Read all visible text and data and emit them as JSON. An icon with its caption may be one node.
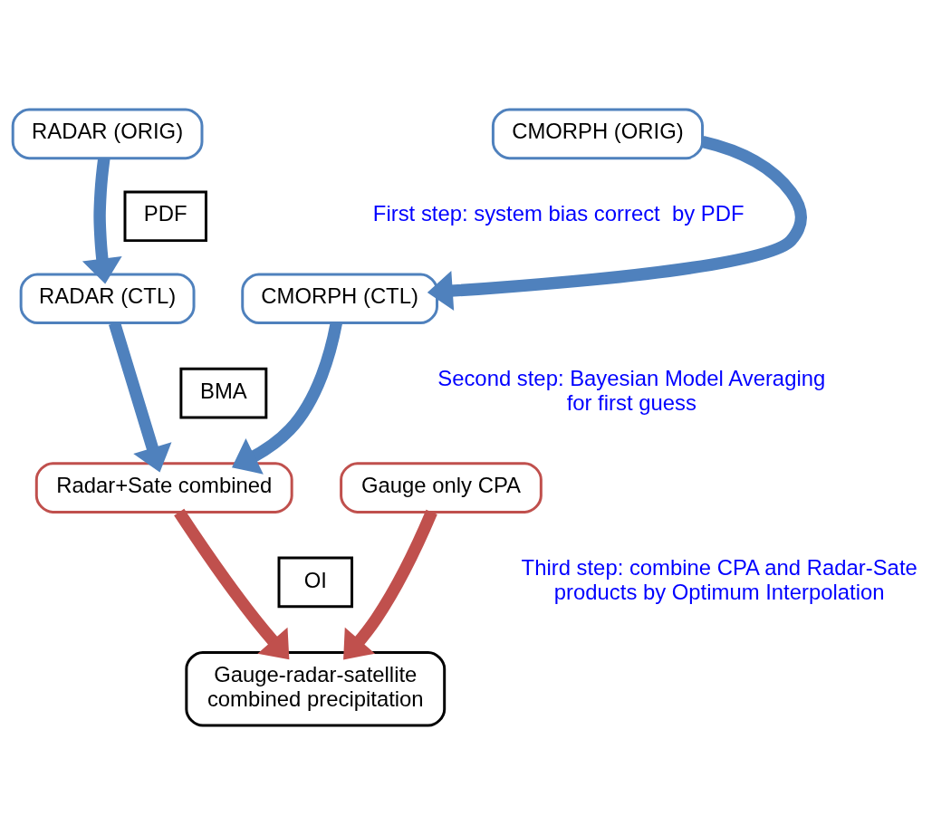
{
  "diagram": {
    "nodes": [
      {
        "text": [
          "RADAR (ORIG)"
        ]
      },
      {
        "text": [
          "CMORPH (ORIG)"
        ]
      },
      {
        "text": [
          "PDF"
        ]
      },
      {
        "text": [
          "RADAR (CTL)"
        ]
      },
      {
        "text": [
          "CMORPH (CTL)"
        ]
      },
      {
        "text": [
          "BMA"
        ]
      },
      {
        "text": [
          "Radar+Sate combined"
        ]
      },
      {
        "text": [
          "Gauge only CPA"
        ]
      },
      {
        "text": [
          "OI"
        ]
      },
      {
        "text": [
          "Gauge-radar-satellite combined precipitation"
        ]
      }
    ],
    "edges": [
      {
        "from": 0,
        "to": 3,
        "arrow": "to"
      },
      {
        "from": 1,
        "to": 4,
        "arrow": "to"
      },
      {
        "from": 3,
        "to": 6,
        "arrow": "to"
      },
      {
        "from": 4,
        "to": 6,
        "arrow": "to"
      },
      {
        "from": 6,
        "to": 9,
        "arrow": "to",
        "color": "#c0504d"
      },
      {
        "from": 7,
        "to": 9,
        "arrow": "to",
        "color": "#c0504d"
      }
    ],
    "labels": [
      "First step: system bias correct  by PDF",
      "Second step: Bayesian Model Averaging for first guess",
      "Third step: combine CPA and Radar-Sate products by Optimum Interpolation"
    ]
  }
}
